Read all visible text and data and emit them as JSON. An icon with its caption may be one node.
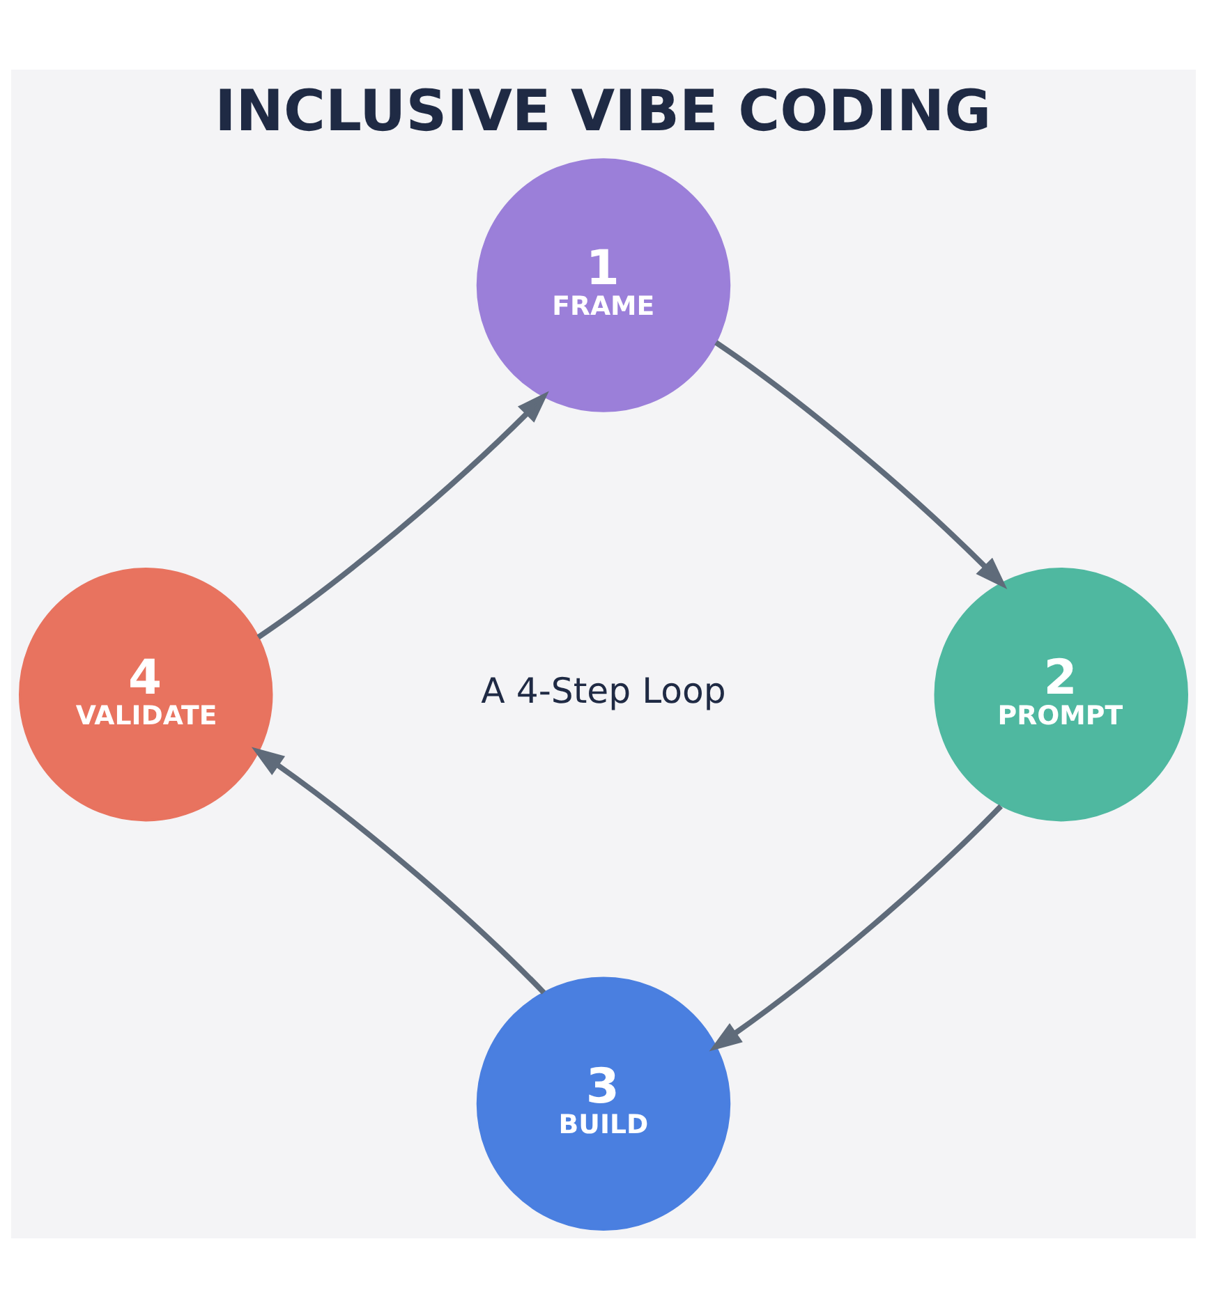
{
  "diagram": {
    "title": "INCLUSIVE VIBE CODING",
    "nodes": [
      {
        "text": [
          "1",
          "FRAME"
        ]
      },
      {
        "text": [
          "2",
          "PROMPT"
        ]
      },
      {
        "text": [
          "3",
          "BUILD"
        ]
      },
      {
        "text": [
          "4",
          "VALIDATE"
        ]
      }
    ],
    "edges": [
      {
        "from": 0,
        "to": 1,
        "arrow": "to"
      },
      {
        "from": 1,
        "to": 2,
        "arrow": "to"
      },
      {
        "from": 2,
        "to": 3,
        "arrow": "to"
      },
      {
        "from": 3,
        "to": 0,
        "arrow": "to"
      }
    ],
    "labels": [
      "A 4-Step Loop"
    ]
  }
}
